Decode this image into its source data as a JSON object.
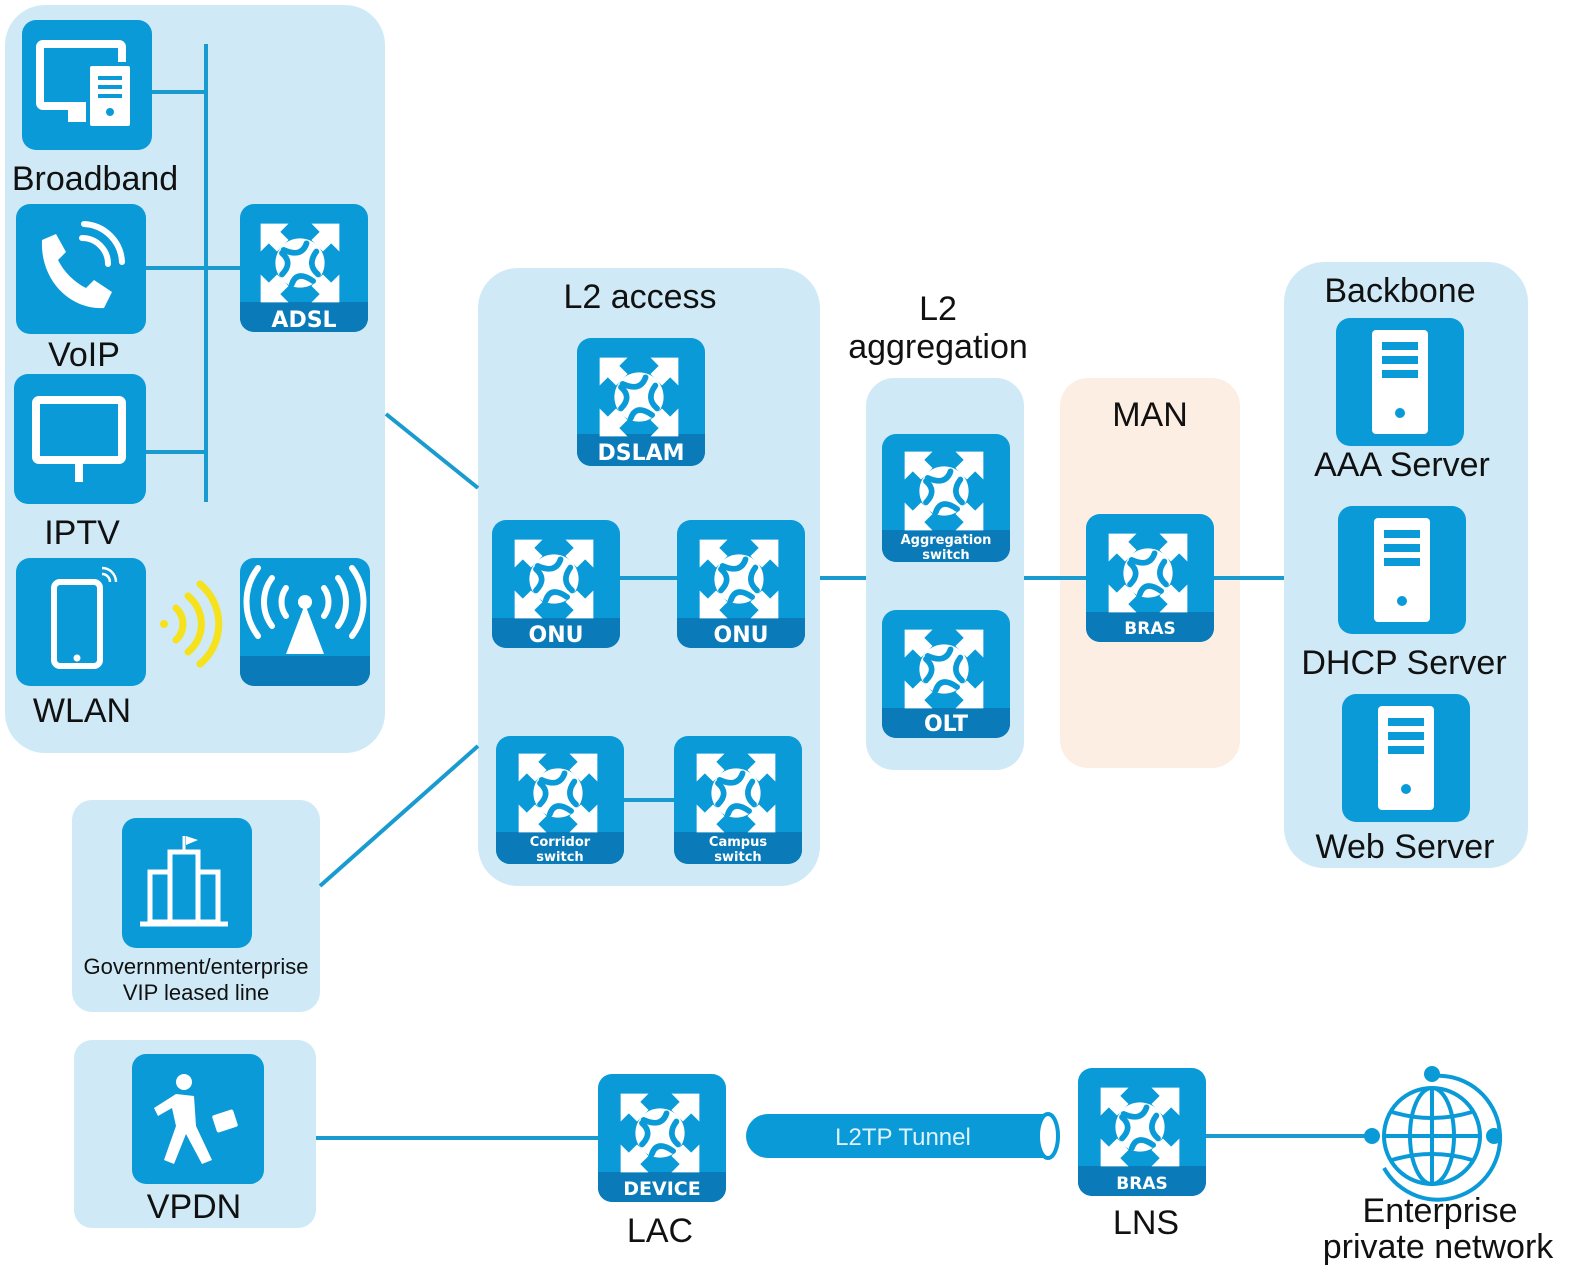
{
  "colors": {
    "zone_blue": "#cfeaf6",
    "zone_peach": "#fdeee3",
    "icon_blue": "#0a9ad8",
    "icon_dark": "#0a7ab8",
    "line_blue": "#1a9bd0",
    "signal_yellow": "#f5e21c"
  },
  "zones": {
    "l2_access": "L2 access",
    "l2_aggregation_line1": "L2",
    "l2_aggregation_line2": "aggregation",
    "man": "MAN",
    "backbone": "Backbone"
  },
  "clients": {
    "broadband": "Broadband",
    "voip": "VoIP",
    "iptv": "IPTV",
    "wlan": "WLAN",
    "gov_line1": "Government/enterprise",
    "gov_line2": "VIP leased line",
    "vpdn": "VPDN"
  },
  "devices": {
    "adsl": "ADSL",
    "dslam": "DSLAM",
    "onu_1": "ONU",
    "onu_2": "ONU",
    "corridor_line1": "Corridor",
    "corridor_line2": "switch",
    "campus_line1": "Campus",
    "campus_line2": "switch",
    "aggregation_line1": "Aggregation",
    "aggregation_line2": "switch",
    "olt": "OLT",
    "bras_man": "BRAS",
    "lac_device": "DEVICE",
    "lns_device": "BRAS"
  },
  "servers": {
    "aaa": "AAA Server",
    "dhcp": "DHCP Server",
    "web": "Web Server"
  },
  "vpdn_path": {
    "tunnel": "L2TP Tunnel",
    "lac": "LAC",
    "lns": "LNS",
    "enterprise_line1": "Enterprise",
    "enterprise_line2": "private network"
  }
}
